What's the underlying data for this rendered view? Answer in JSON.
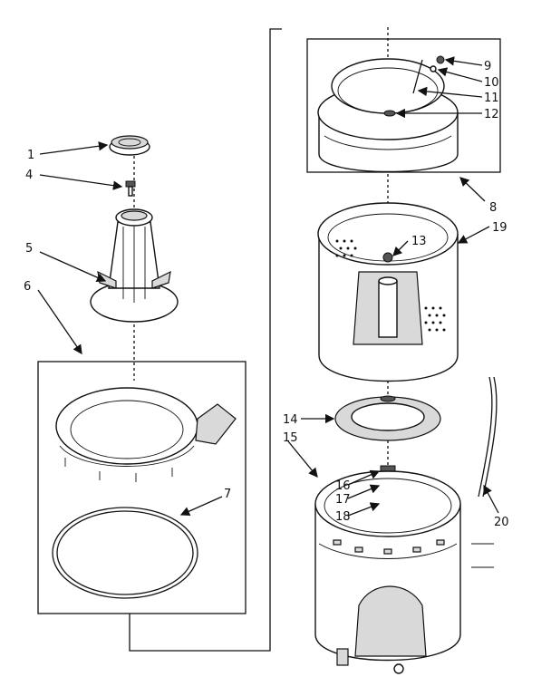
{
  "callouts": {
    "c1": "1",
    "c4": "4",
    "c5": "5",
    "c6": "6",
    "c7": "7",
    "c8": "8",
    "c9": "9",
    "c10": "10",
    "c11": "11",
    "c12": "12",
    "c13": "13",
    "c14": "14",
    "c15": "15",
    "c16": "16",
    "c17": "17",
    "c18": "18",
    "c19": "19",
    "c20": "20"
  },
  "colors": {
    "line": "#111111",
    "background": "#ffffff",
    "shade": "#d9d9d9"
  }
}
